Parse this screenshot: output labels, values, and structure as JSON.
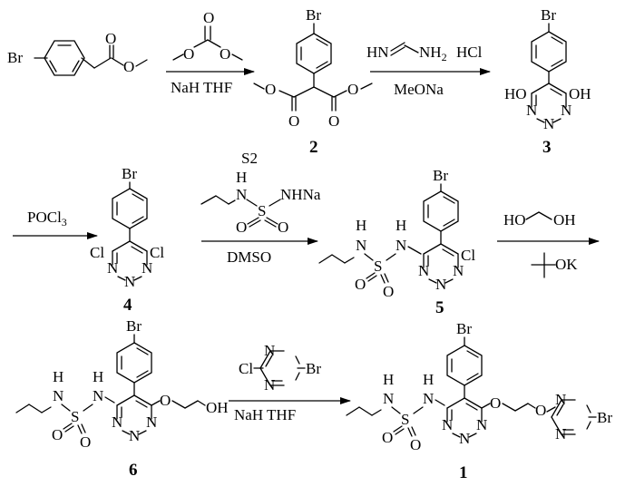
{
  "atoms": {
    "br": "Br",
    "o": "O",
    "n": "N",
    "h": "H",
    "s": "S",
    "cl": "Cl",
    "ho": "HO",
    "oh": "OH",
    "nh": "NH",
    "hn": "HN",
    "na": "Na",
    "k": "K",
    "two": "2",
    "three": "3"
  },
  "reagents": {
    "step1_conditions": "NaH THF",
    "step2_salt": "HCl",
    "step2_base": "MeONa",
    "step3_reagent_prefix": "POCl",
    "step4_label": "S2",
    "step4_solvent": "DMSO",
    "step6_conditions": "NaH THF"
  },
  "compounds": {
    "c2": "2",
    "c3": "3",
    "c4": "4",
    "c5": "5",
    "c6": "6",
    "c1": "1"
  }
}
